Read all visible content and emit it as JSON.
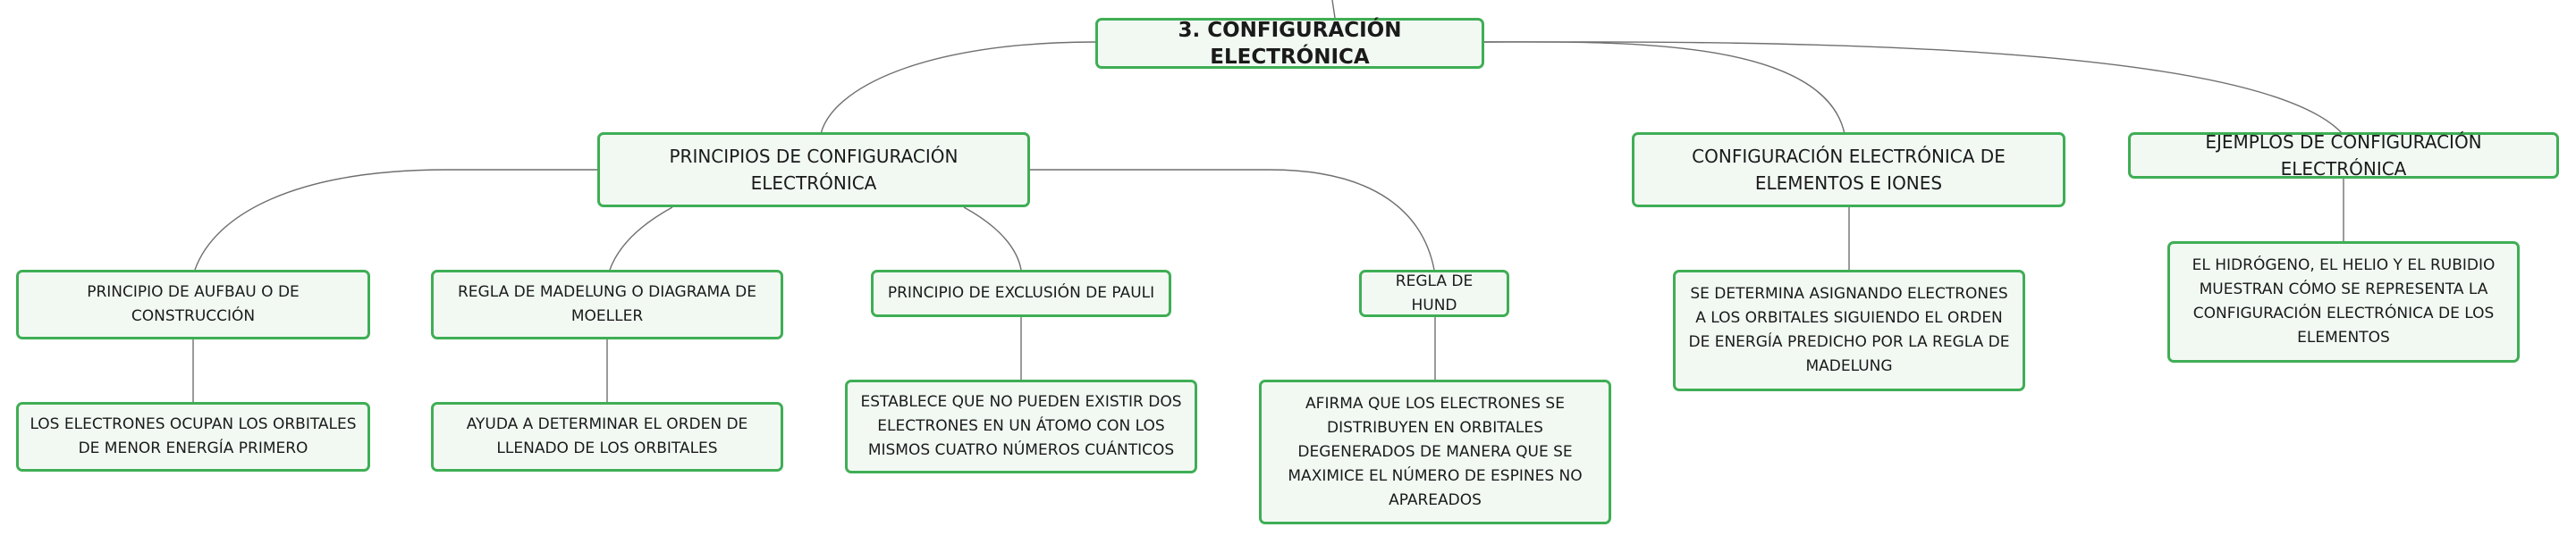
{
  "diagram": {
    "root": {
      "label": "3. CONFIGURACIÓN ELECTRÓNICA"
    },
    "branches": [
      {
        "label": "PRINCIPIOS DE CONFIGURACIÓN ELECTRÓNICA",
        "children": [
          {
            "label": "PRINCIPIO DE AUFBAU O DE CONSTRUCCIÓN",
            "detail": "LOS ELECTRONES OCUPAN LOS ORBITALES DE MENOR ENERGÍA PRIMERO"
          },
          {
            "label": "REGLA DE MADELUNG O DIAGRAMA DE MOELLER",
            "detail": "AYUDA A DETERMINAR EL ORDEN DE LLENADO DE LOS ORBITALES"
          },
          {
            "label": "PRINCIPIO DE EXCLUSIÓN DE PAULI",
            "detail": "ESTABLECE QUE NO PUEDEN EXISTIR DOS ELECTRONES EN UN ÁTOMO CON LOS MISMOS CUATRO NÚMEROS CUÁNTICOS"
          },
          {
            "label": "REGLA DE HUND",
            "detail": "AFIRMA QUE LOS ELECTRONES SE DISTRIBUYEN EN ORBITALES DEGENERADOS DE MANERA QUE SE MAXIMICE EL NÚMERO DE ESPINES NO APAREADOS"
          }
        ]
      },
      {
        "label": "CONFIGURACIÓN ELECTRÓNICA DE ELEMENTOS E IONES",
        "detail": "SE DETERMINA ASIGNANDO ELECTRONES A LOS ORBITALES SIGUIENDO EL ORDEN DE ENERGÍA PREDICHO POR LA REGLA DE MADELUNG"
      },
      {
        "label": "EJEMPLOS DE CONFIGURACIÓN ELECTRÓNICA",
        "detail": "EL HIDRÓGENO, EL HELIO Y EL RUBIDIO MUESTRAN CÓMO SE REPRESENTA LA CONFIGURACIÓN ELECTRÓNICA DE LOS ELEMENTOS"
      }
    ],
    "colors": {
      "node_border": "#3fae55",
      "node_fill": "#f2f9f3",
      "connector": "#6f6f6f",
      "text": "#1a1a1a"
    }
  }
}
